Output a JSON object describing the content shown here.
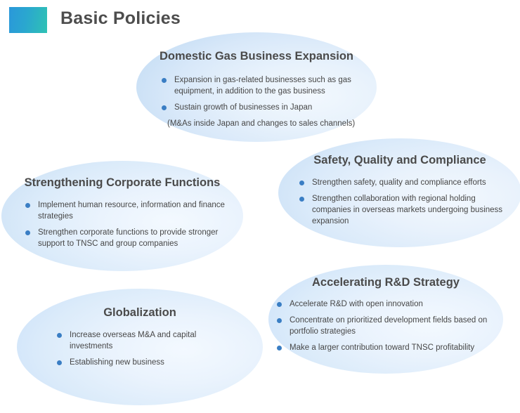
{
  "header": {
    "title": "Basic Policies",
    "swatch": {
      "from": "#2a98da",
      "to": "#2fc2b4"
    }
  },
  "theme": {
    "bubble_fill_light": "#f2f8fe",
    "bubble_fill_dark": "#b4d2f0",
    "bullet_color": "#3a7ec4",
    "text_color": "#474747",
    "title_color": "#4a4a4a"
  },
  "bubbles": [
    {
      "id": "domestic",
      "title": "Domestic Gas Business Expansion",
      "bullets": [
        "Expansion in gas-related businesses such as gas equipment, in addition to the gas business",
        "Sustain growth of businesses in Japan"
      ],
      "note": "(M&As inside Japan and changes to sales channels)"
    },
    {
      "id": "safety",
      "title": "Safety, Quality and Compliance",
      "bullets": [
        "Strengthen safety, quality and compliance efforts",
        "Strengthen collaboration with regional holding companies in overseas markets undergoing business expansion"
      ],
      "note": ""
    },
    {
      "id": "corporate",
      "title": "Strengthening Corporate Functions",
      "bullets": [
        "Implement human resource, information and finance strategies",
        "Strengthen corporate functions to provide stronger support to TNSC and group companies"
      ],
      "note": ""
    },
    {
      "id": "rd",
      "title": "Accelerating R&D Strategy",
      "bullets": [
        "Accelerate R&D with open innovation",
        "Concentrate on prioritized development fields based on portfolio strategies",
        "Make a larger contribution toward TNSC profitability"
      ],
      "note": ""
    },
    {
      "id": "global",
      "title": "Globalization",
      "bullets": [
        "Increase overseas M&A and capital investments",
        "Establishing new business"
      ],
      "note": ""
    }
  ]
}
